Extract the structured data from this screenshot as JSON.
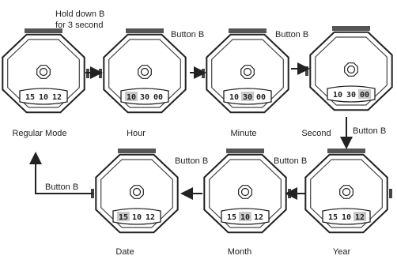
{
  "top_note": [
    "Hold down B",
    "for 3 second"
  ],
  "button_label": "Button B",
  "watches": [
    {
      "mode": "Regular Mode",
      "readout": [
        "15",
        "10",
        "12"
      ],
      "highlight": -1
    },
    {
      "mode": "Hour",
      "readout": [
        "10",
        "30",
        "00"
      ],
      "highlight": 0
    },
    {
      "mode": "Minute",
      "readout": [
        "10",
        "30",
        "00"
      ],
      "highlight": 1
    },
    {
      "mode": "Second",
      "readout": [
        "10",
        "30",
        "00"
      ],
      "highlight": 2
    },
    {
      "mode": "Year",
      "readout": [
        "15",
        "10",
        "12"
      ],
      "highlight": 2
    },
    {
      "mode": "Month",
      "readout": [
        "15",
        "10",
        "12"
      ],
      "highlight": 1
    },
    {
      "mode": "Date",
      "readout": [
        "15",
        "10",
        "12"
      ],
      "highlight": 0
    }
  ]
}
